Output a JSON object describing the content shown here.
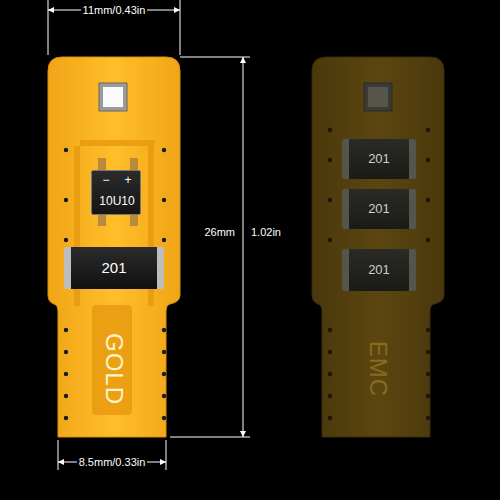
{
  "diagram": {
    "nodes": [
      {
        "text": [
          "GOLD"
        ]
      },
      {
        "text": [
          "−",
          "+",
          "10U10"
        ],
        "in": 0
      },
      {
        "text": [
          "201"
        ],
        "in": 0
      },
      {
        "text": [
          "EMC"
        ]
      },
      {
        "text": [
          "201"
        ],
        "in": 3
      },
      {
        "text": [
          "201"
        ],
        "in": 3
      },
      {
        "text": [
          "201"
        ],
        "in": 3
      }
    ],
    "labels": [
      "11mm/0.43in",
      "26mm",
      "1.02in",
      "8.5mm/0.33in"
    ]
  }
}
